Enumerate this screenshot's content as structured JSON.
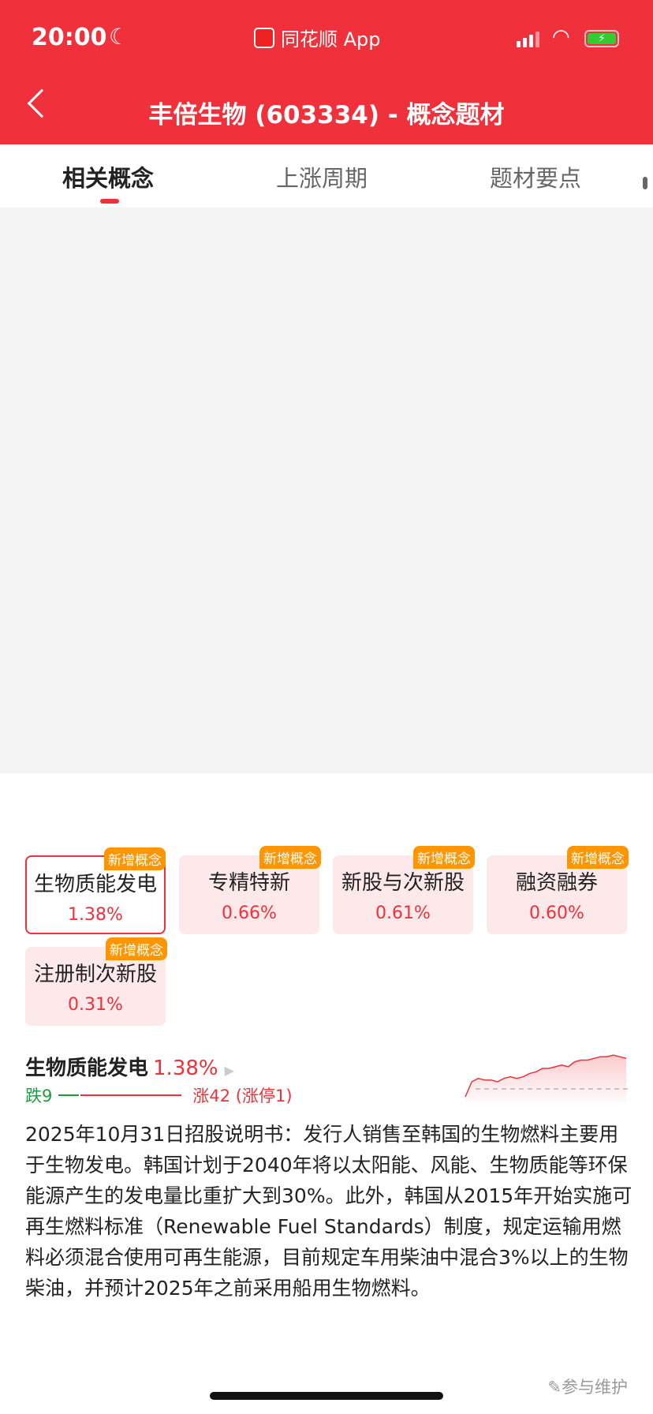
{
  "status": {
    "time": "20:00",
    "app": "同花顺 App"
  },
  "header": {
    "title": "丰倍生物 (603334) - 概念题材"
  },
  "tabs": [
    "相关概念",
    "上涨周期",
    "题材要点"
  ],
  "concepts": [
    {
      "name": "生物质能发电",
      "pct": "1.38%",
      "badge": "新增概念"
    },
    {
      "name": "专精特新",
      "pct": "0.66%",
      "badge": "新增概念"
    },
    {
      "name": "新股与次新股",
      "pct": "0.61%",
      "badge": "新增概念"
    },
    {
      "name": "融资融券",
      "pct": "0.60%",
      "badge": "新增概念"
    },
    {
      "name": "注册制次新股",
      "pct": "0.31%",
      "badge": "新增概念"
    }
  ],
  "detail": {
    "name": "生物质能发电",
    "pct": "1.38%",
    "down": "跌9",
    "up": "涨42 (涨停1)",
    "sparkline": [
      0,
      0.9,
      1.1,
      1.0,
      1.0,
      0.9,
      1.1,
      1.2,
      1.1,
      1.2,
      1.4,
      1.5,
      1.7,
      1.7,
      1.8,
      1.9,
      1.8,
      2.1,
      2.2,
      2.2,
      2.3,
      2.4,
      2.4,
      2.5,
      2.4,
      2.3
    ],
    "description": "2025年10月31日招股说明书：发行人销售至韩国的生物燃料主要用于生物发电。韩国计划于2040年将以太阳能、风能、生物质能等环保能源产生的发电量比重扩大到30%。此外，韩国从2015年开始实施可再生燃料标准（Renewable Fuel Standards）制度，规定运输用燃料必须混合使用可再生能源，目前规定车用柴油中混合3%以上的生物柴油，并预计2025年之前采用船用生物燃料。",
    "maintain": "参与维护"
  },
  "colors": {
    "brand": "#f0303a",
    "badge": "#ff9500",
    "down": "#1a9e3b"
  }
}
